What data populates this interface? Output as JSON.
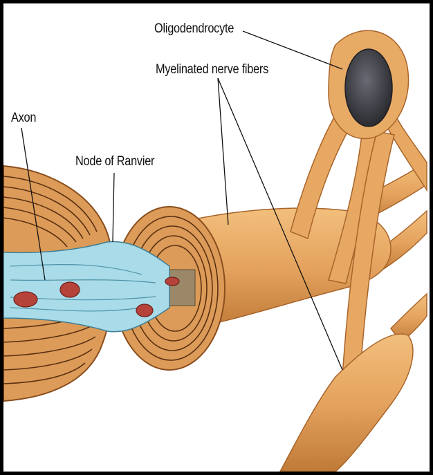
{
  "labels": {
    "oligodendrocyte": "Oligodendrocyte",
    "myelinated_fibers": "Myelinated nerve fibers",
    "axon": "Axon",
    "node_of_ranvier": "Node of Ranvier"
  },
  "colors": {
    "myelin": "#e2a35c",
    "myelin_dark": "#b86e2c",
    "axoplasm": "#a9dbe8",
    "mitochondria": "#b5433a",
    "nucleus": "#3c3c44",
    "border": "#000000"
  }
}
